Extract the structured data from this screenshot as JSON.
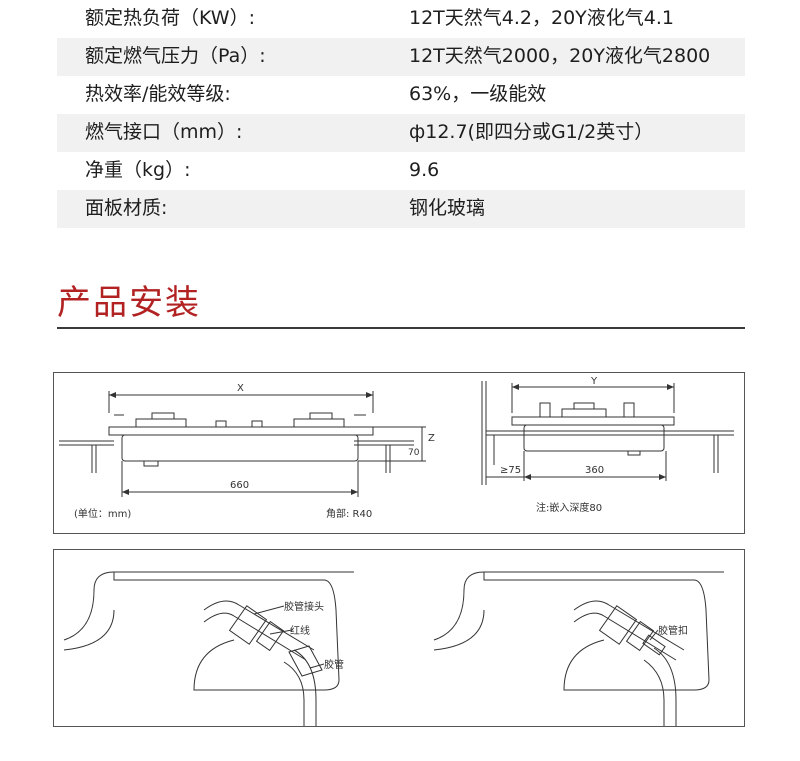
{
  "specs": [
    {
      "label": "额定热负荷（KW）:",
      "value": "12T天然气4.2，20Y液化气4.1"
    },
    {
      "label": "额定燃气压力（Pa）:",
      "value": "12T天然气2000，20Y液化气2800"
    },
    {
      "label": "热效率/能效等级:",
      "value": "63%，一级能效"
    },
    {
      "label": "燃气接口（mm）:",
      "value": "ф12.7(即四分或G1/2英寸）"
    },
    {
      "label": "净重（kg）:",
      "value": "9.6"
    },
    {
      "label": "面板材质:",
      "value": "钢化玻璃"
    }
  ],
  "section": {
    "title": "产品安装"
  },
  "diagram1": {
    "dim_x": "X",
    "dim_660": "660",
    "dim_z": "Z",
    "dim_70": "70",
    "unit_note": "(单位：mm)",
    "corner_note": "角部: R40",
    "dim_y": "Y",
    "dim_75": "≥75",
    "dim_360": "360",
    "depth_note": "注:嵌入深度80"
  },
  "diagram2": {
    "hose_connector": "胶管接头",
    "red_line": "红线",
    "hose": "胶管",
    "hose_clamp": "胶管扣"
  }
}
